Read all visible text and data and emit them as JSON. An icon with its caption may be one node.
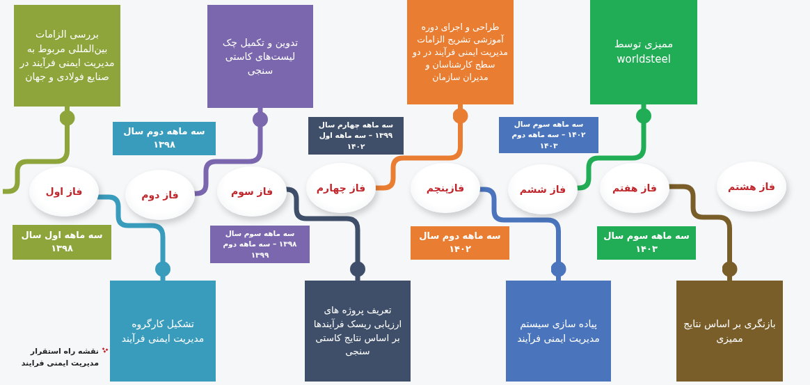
{
  "diagram": {
    "caption": "نقشه راه استقرار مدیریت ایمنی فرایند",
    "nodes": [
      {
        "text": [
          "فاز اول"
        ]
      },
      {
        "text": [
          "فاز دوم"
        ]
      },
      {
        "text": [
          "فاز سوم"
        ]
      },
      {
        "text": [
          "فاز چهارم"
        ]
      },
      {
        "text": [
          "فازپنچم"
        ]
      },
      {
        "text": [
          "فاز ششم"
        ]
      },
      {
        "text": [
          "فاز هفتم"
        ]
      },
      {
        "text": [
          "فاز هشتم"
        ]
      },
      {
        "text": [
          "بررسی الزامات بین‌المللی مربوط به مدیریت ایمنی فرآیند در صنایع فولادی و جهان"
        ]
      },
      {
        "text": [
          "تشکیل کارگروه مدیریت ایمنی فرآیند"
        ]
      },
      {
        "text": [
          "تدوین و تکمیل چک لیست‌های کاستی سنجی"
        ]
      },
      {
        "text": [
          "تعریف پروژه های ارزیابی ریسک فرآیندها بر اساس نتایج کاستی سنجی"
        ]
      },
      {
        "text": [
          "طراحی و اجرای دوره آموزشی تشریح الزامات مدیریت ایمنی فرآیند در دو سطح کارشناسان و مدیران سازمان"
        ]
      },
      {
        "text": [
          "پیاده سازی سیستم مدیریت ایمنی فرآیند"
        ]
      },
      {
        "text": [
          "ممیزی توسط worldsteel"
        ]
      },
      {
        "text": [
          "بازنگری بر اساس نتایج ممیزی"
        ]
      },
      {
        "text": [
          "سه ماهه اول سال ۱۳۹۸"
        ]
      },
      {
        "text": [
          "سه ماهه دوم سال ۱۳۹۸"
        ]
      },
      {
        "text": [
          "سه ماهه سوم سال ۱۳۹۸ – سه ماهه دوم ۱۳۹۹"
        ]
      },
      {
        "text": [
          "سه ماهه چهارم سال ۱۳۹۹ – سه ماهه اول ۱۴۰۲"
        ]
      },
      {
        "text": [
          "سه ماهه دوم سال ۱۴۰۲"
        ]
      },
      {
        "text": [
          "سه ماهه سوم سال ۱۴۰۲ – سه ماهه دوم ۱۴۰۳"
        ]
      },
      {
        "text": [
          "سه ماهه سوم سال ۱۴۰۳"
        ]
      }
    ],
    "edges": [
      {
        "from": null,
        "to": 8,
        "arrow": "other",
        "color": "#8da53a"
      },
      {
        "from": 0,
        "to": 9,
        "arrow": "other",
        "color": "#3a9cbd"
      },
      {
        "from": 1,
        "to": 10,
        "arrow": "other",
        "color": "#7a67ae"
      },
      {
        "from": 2,
        "to": 11,
        "arrow": "other",
        "color": "#3f4f6a"
      },
      {
        "from": 3,
        "to": 12,
        "arrow": "other",
        "color": "#e97d32"
      },
      {
        "from": 4,
        "to": 13,
        "arrow": "other",
        "color": "#4a75bd"
      },
      {
        "from": 5,
        "to": 14,
        "arrow": "other",
        "color": "#20ad55"
      },
      {
        "from": 6,
        "to": 15,
        "arrow": "other",
        "color": "#7a5e2a"
      }
    ]
  }
}
